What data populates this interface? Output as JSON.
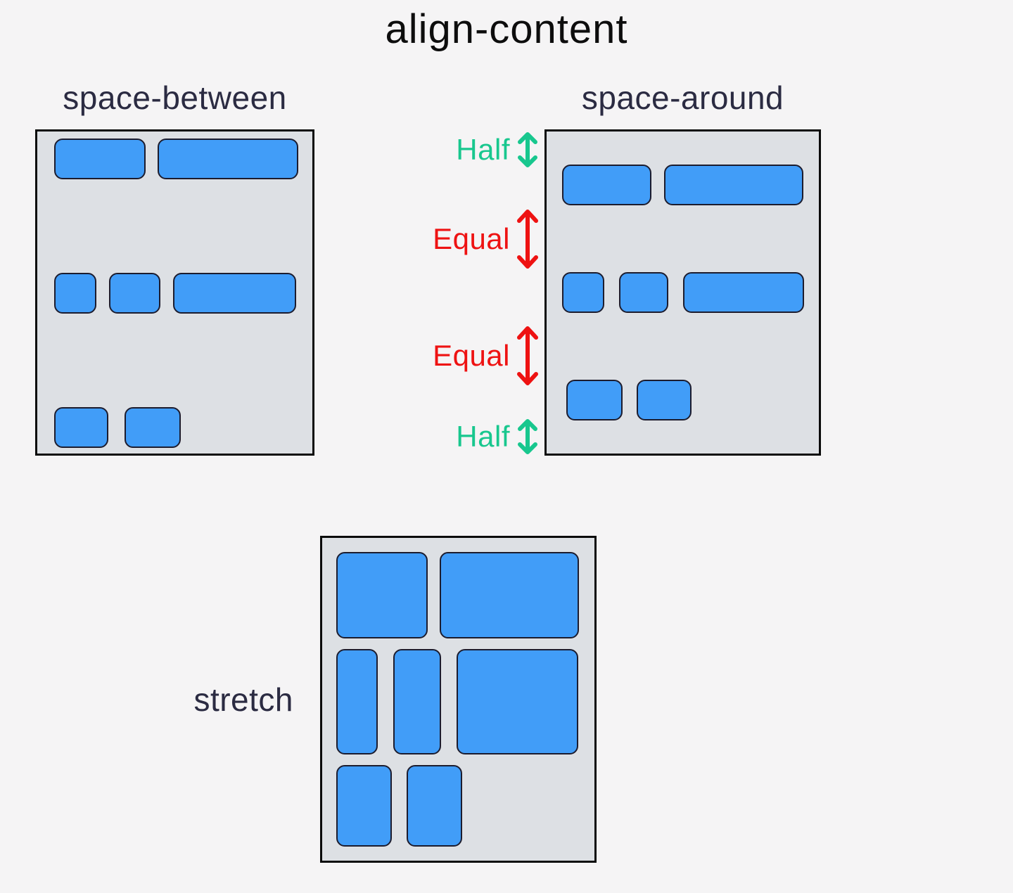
{
  "title": "align-content",
  "panels": {
    "space_between": {
      "label": "space-between",
      "rows_item_counts": [
        2,
        3,
        2
      ]
    },
    "space_around": {
      "label": "space-around",
      "rows_item_counts": [
        2,
        3,
        2
      ]
    },
    "stretch": {
      "label": "stretch",
      "rows_item_counts": [
        2,
        3,
        2
      ]
    }
  },
  "annotations": [
    {
      "label": "Half",
      "color": "#18c78e",
      "arrow": "short-double-vertical"
    },
    {
      "label": "Equal",
      "color": "#ee1212",
      "arrow": "tall-double-vertical"
    },
    {
      "label": "Equal",
      "color": "#ee1212",
      "arrow": "tall-double-vertical"
    },
    {
      "label": "Half",
      "color": "#18c78e",
      "arrow": "short-double-vertical"
    }
  ],
  "colors": {
    "page_background": "#f5f4f5",
    "container_fill": "#dde0e4",
    "container_border": "#0b0b0b",
    "item_fill": "#419df8",
    "item_border": "#1c1c2e",
    "title_text": "#0d0d0d",
    "panel_label_text": "#2b2b42",
    "annotation_green": "#18c78e",
    "annotation_red": "#ee1212"
  }
}
